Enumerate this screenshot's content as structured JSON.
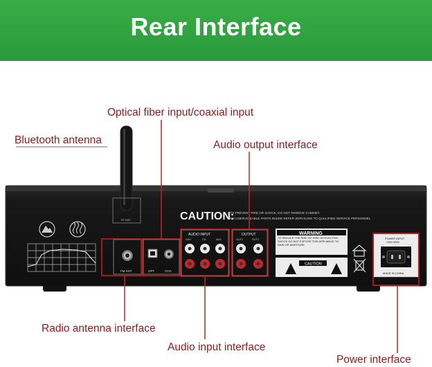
{
  "header": {
    "title": "Rear Interface",
    "background": "#2fa340"
  },
  "labels": {
    "optical": "Optical fiber input/coaxial input",
    "bluetooth": "Bluetooth antenna",
    "audio_output": "Audio output interface",
    "radio": "Radio antenna interface",
    "audio_input": "Audio input interface",
    "power": "Power interface"
  },
  "panel": {
    "caution_title": "CAUTION:",
    "caution_line1": "TO PREVENT FIRE OR SHOCK, DO NOT REMOVE CABINET.",
    "caution_line2": "NO USERVICEABLE PARTS INSIDE REFER SERVICING TO QUALIFIED SERVICE PERSONNEL",
    "bt_ant": "BT ANT",
    "fm_ant": "FM ANT",
    "opt": "OPT",
    "coa": "COA",
    "audio_input": "AUDIO INPUT",
    "output": "OUTPUT",
    "input_cols": [
      "DVD",
      "CD",
      "AUX"
    ],
    "output_cols": [
      "OUT1",
      "OUT1"
    ],
    "warning_title": "WARNING",
    "warning_text": "TO REDUCE THE RISK OF FIRE OR ELECTRIC SHOCK DO NOT EXPOSE THIS APPLIANCE TO RAIN OR MOISTURE",
    "small_caution": "CAUTION",
    "power_input": "POWER INPUT",
    "power_rating": "~230V 50Hz",
    "made_in": "MADE IN CHINA"
  },
  "colors": {
    "label": "#8b1a1a",
    "pointer_box": "#cc1f1f",
    "chassis": "#151515"
  }
}
